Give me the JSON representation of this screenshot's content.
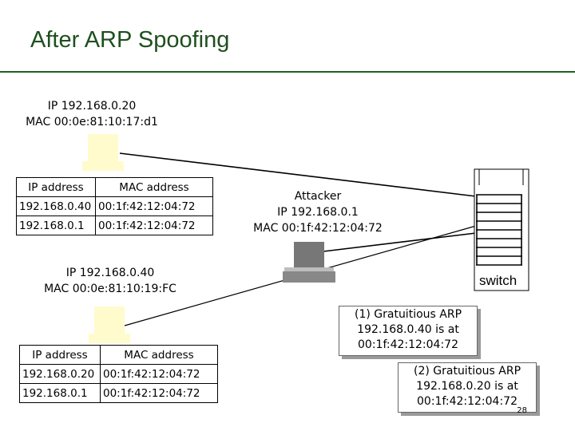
{
  "slide": {
    "title": "After ARP Spoofing",
    "page_number": "28"
  },
  "host_top": {
    "ip": "IP 192.168.0.20",
    "mac": "MAC 00:0e:81:10:17:d1",
    "table": {
      "headers": [
        "IP address",
        "MAC address"
      ],
      "rows": [
        [
          "192.168.0.40",
          "00:1f:42:12:04:72"
        ],
        [
          "192.168.0.1",
          "00:1f:42:12:04:72"
        ]
      ]
    }
  },
  "host_bottom": {
    "ip": "IP 192.168.0.40",
    "mac": "MAC 00:0e:81:10:19:FC",
    "table": {
      "headers": [
        "IP address",
        "MAC address"
      ],
      "rows": [
        [
          "192.168.0.20",
          "00:1f:42:12:04:72"
        ],
        [
          "192.168.0.1",
          "00:1f:42:12:04:72"
        ]
      ]
    }
  },
  "attacker": {
    "title": "Attacker",
    "ip": "IP 192.168.0.1",
    "mac": "MAC 00:1f:42:12:04:72"
  },
  "switch": {
    "label": "switch"
  },
  "notes": [
    [
      "(1) Gratuitious ARP",
      "192.168.0.40 is at",
      "00:1f:42:12:04:72"
    ],
    [
      "(2) Gratuitious ARP",
      "192.168.0.20 is at",
      "00:1f:42:12:04:72"
    ]
  ],
  "colors": {
    "title": "#1f4f1f",
    "rule": "#1f5f1f",
    "host_computer": "#fffbcc",
    "attacker_computer": "#777777"
  }
}
